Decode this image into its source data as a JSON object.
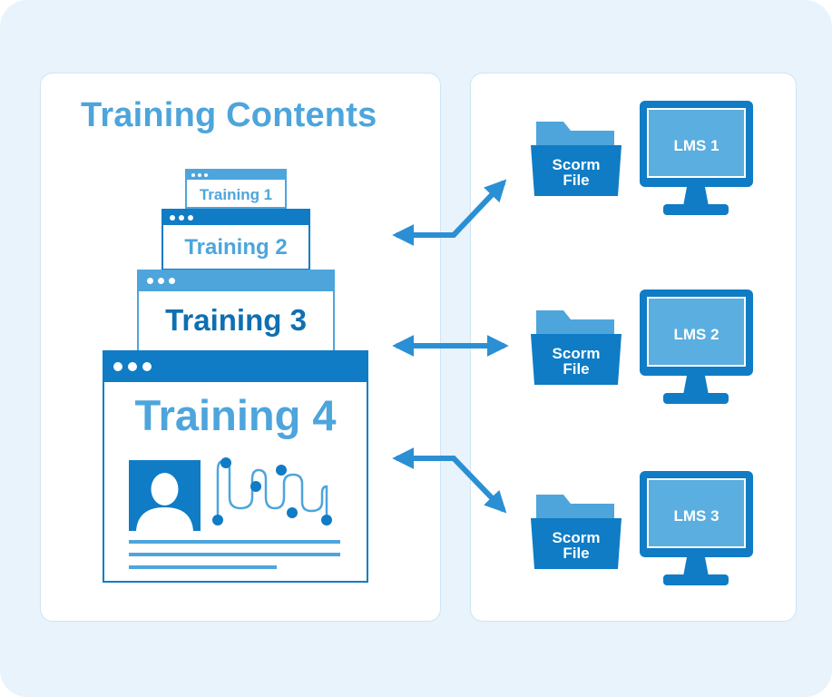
{
  "title": "Training Contents",
  "trainings": [
    {
      "label": "Training 1"
    },
    {
      "label": "Training 2"
    },
    {
      "label": "Training 3"
    },
    {
      "label": "Training 4"
    }
  ],
  "destinations": [
    {
      "folder_line1": "Scorm",
      "folder_line2": "File",
      "lms": "LMS 1"
    },
    {
      "folder_line1": "Scorm",
      "folder_line2": "File",
      "lms": "LMS 2"
    },
    {
      "folder_line1": "Scorm",
      "folder_line2": "File",
      "lms": "LMS 3"
    }
  ],
  "colors": {
    "background": "#e8f3fb",
    "primary_blue": "#0f7cc5",
    "light_blue": "#4da5dc",
    "arrow_blue": "#2b8fd4"
  },
  "icons": [
    "browser-window-icon",
    "person-avatar-icon",
    "path-graph-icon",
    "double-arrow-icon",
    "folder-icon",
    "monitor-icon"
  ]
}
